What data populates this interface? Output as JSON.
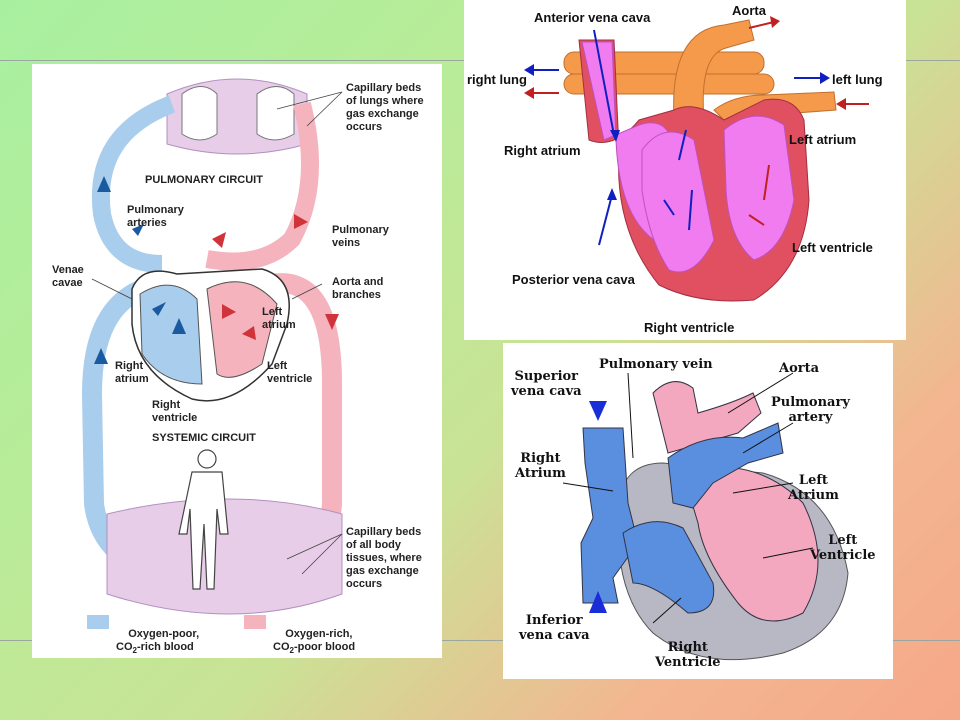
{
  "colors": {
    "oxygen_poor": "#a9cdec",
    "oxygen_rich": "#f4b3bd",
    "dark_blue_arrow": "#1a5aa0",
    "red_arrow": "#d0343a",
    "heart_pink": "#f07cf0",
    "heart_wall": "#e05060",
    "vessel_orange": "#f59a4a",
    "deoxy_blue": "#5a8fe0",
    "oxy_pink": "#f4a8c0"
  },
  "panel1": {
    "labels": {
      "capillary_lungs": "Capillary beds\nof lungs where\ngas exchange\noccurs",
      "pulmonary_circuit": "PULMONARY CIRCUIT",
      "pulmonary_arteries": "Pulmonary\narteries",
      "pulmonary_veins": "Pulmonary\nveins",
      "venae_cavae": "Venae\ncavae",
      "aorta_branches": "Aorta and\nbranches",
      "left_atrium": "Left\natrium",
      "left_ventricle": "Left\nventricle",
      "right_atrium": "Right\natrium",
      "right_ventricle": "Right\nventricle",
      "systemic_circuit": "SYSTEMIC CIRCUIT",
      "capillary_body": "Capillary beds\nof all body\ntissues, where\ngas exchange\noccurs"
    },
    "legend": {
      "poor_line1": "Oxygen-poor,",
      "poor_line2_a": "CO",
      "poor_line2_sub": "2",
      "poor_line2_b": "-rich blood",
      "rich_line1": "Oxygen-rich,",
      "rich_line2_a": "CO",
      "rich_line2_sub": "2",
      "rich_line2_b": "-poor blood"
    }
  },
  "panel2": {
    "labels": {
      "anterior_vena_cava": "Anterior vena cava",
      "aorta": "Aorta",
      "right_lung": "right lung",
      "left_lung": "left lung",
      "left_atrium": "Left atrium",
      "right_atrium": "Right atrium",
      "left_ventricle": "Left ventricle",
      "posterior_vena_cava": "Posterior vena cava",
      "right_ventricle": "Right ventricle"
    }
  },
  "panel3": {
    "labels": {
      "superior_vena_cava": "Superior\nvena cava",
      "pulmonary_vein": "Pulmonary vein",
      "aorta": "Aorta",
      "pulmonary_artery": "Pulmonary\nartery",
      "right_atrium": "Right\nAtrium",
      "left_atrium": "Left\nAtrium",
      "left_ventricle": "Left\nVentricle",
      "inferior_vena_cava": "Inferior\nvena cava",
      "right_ventricle": "Right\nVentricle"
    }
  }
}
